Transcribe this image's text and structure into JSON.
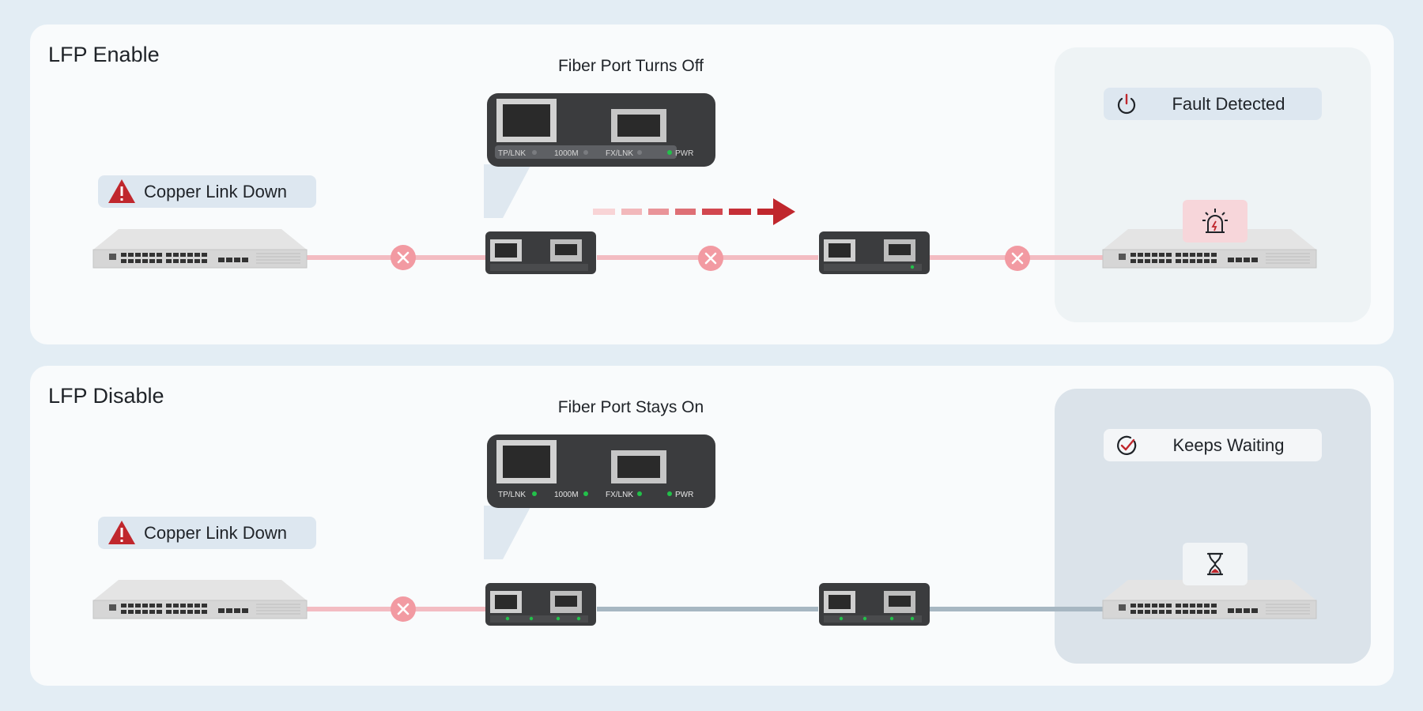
{
  "panels": {
    "enable": {
      "title": "LFP Enable",
      "caption": "Fiber Port Turns Off",
      "warning": "Copper Link Down",
      "status": "Fault Detected",
      "status_icon": "power-icon",
      "badge_icon": "alarm-siren-icon",
      "port_labels": {
        "tp": "TP/LNK",
        "speed": "1000M",
        "fx": "FX/LNK",
        "pwr": "PWR"
      },
      "leds": {
        "tp": false,
        "speed": false,
        "fx": false,
        "pwr": true
      },
      "links": {
        "copper": "down",
        "fiber": "down",
        "uplink": "down"
      }
    },
    "disable": {
      "title": "LFP Disable",
      "caption": "Fiber Port Stays On",
      "warning": "Copper Link Down",
      "status": "Keeps Waiting",
      "status_icon": "check-circle-icon",
      "badge_icon": "hourglass-icon",
      "port_labels": {
        "tp": "TP/LNK",
        "speed": "1000M",
        "fx": "FX/LNK",
        "pwr": "PWR"
      },
      "leds": {
        "tp": true,
        "speed": true,
        "fx": true,
        "pwr": true
      },
      "links": {
        "copper": "down",
        "fiber": "up",
        "uplink": "up"
      }
    }
  },
  "colors": {
    "link_down": "#f3bcc2",
    "fail_marker": "#f29aa2",
    "link_up": "#a7b7c2",
    "arrow": "#c0272d",
    "led_on": "#22c14a",
    "device_body": "#3b3c3e",
    "switch_body": "#dcdcdc"
  }
}
